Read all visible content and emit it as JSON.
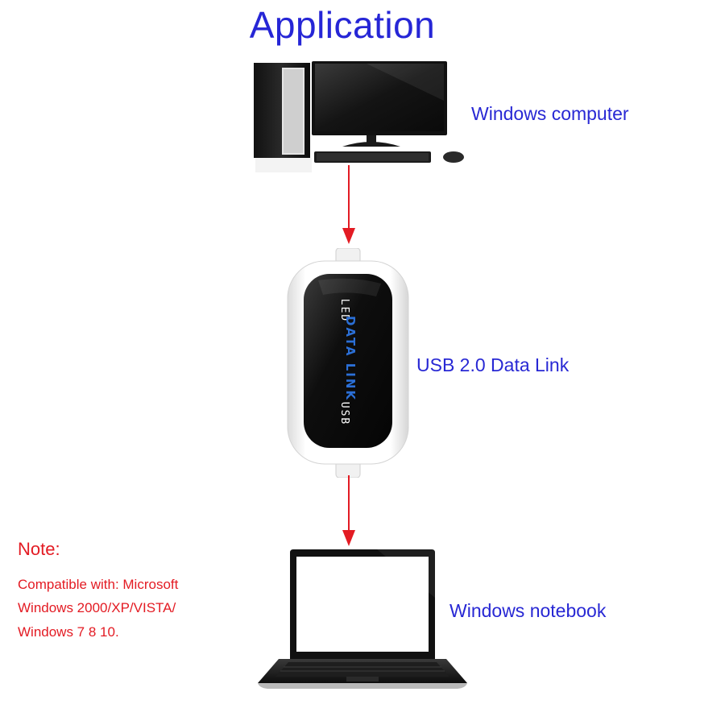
{
  "title": "Application",
  "labels": {
    "computer": "Windows computer",
    "datalink": "USB 2.0 Data Link",
    "notebook": "Windows notebook"
  },
  "device": {
    "screen_text": "DATA LINK",
    "top_text": "LED",
    "bottom_text": "USB"
  },
  "note": {
    "title": "Note:",
    "lines": [
      "Compatible with: Microsoft",
      "Windows 2000/XP/VISTA/",
      "Windows 7 8 10."
    ]
  },
  "colors": {
    "title": "#2626d6",
    "label": "#2828d4",
    "note": "#e31b23",
    "arrow": "#e31b23",
    "device_text": "#2b6fd6"
  }
}
